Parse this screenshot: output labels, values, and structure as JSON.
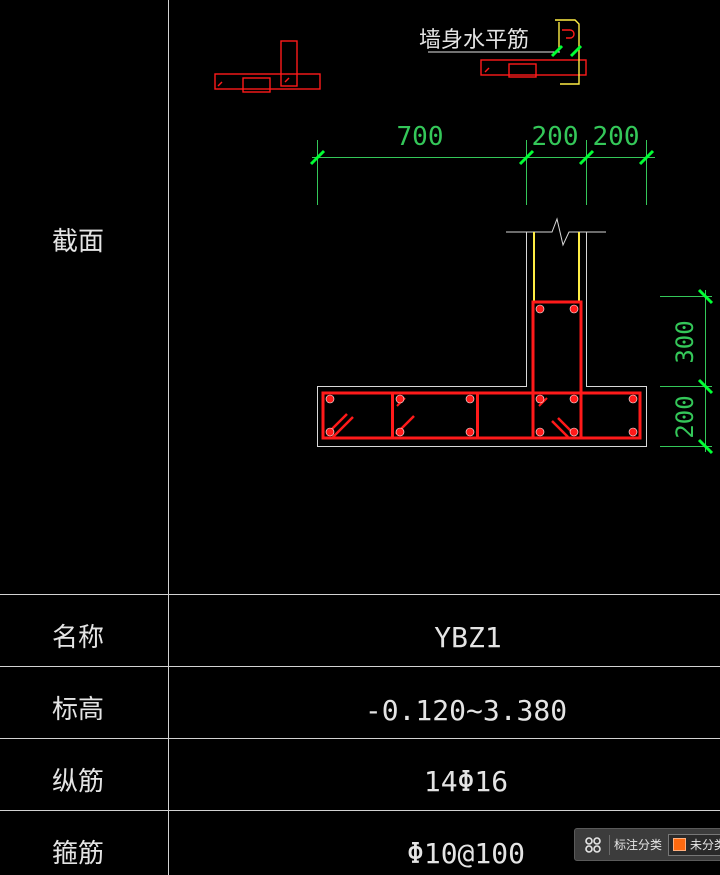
{
  "table": {
    "row_labels": {
      "section": "截面",
      "name": "名称",
      "elevation": "标高",
      "longitudinal": "纵筋",
      "stirrup": "箍筋"
    },
    "values": {
      "name": "YBZ1",
      "elevation": "-0.120~3.380",
      "longitudinal": "14Φ16",
      "stirrup": "Φ10@100"
    }
  },
  "drawing": {
    "detail_label": "墙身水平筋",
    "dims_top": [
      "700",
      "200",
      "200"
    ],
    "dims_right": [
      "300",
      "200"
    ]
  },
  "toolbar": {
    "label": "标注分类",
    "category": "未分类"
  },
  "colors": {
    "grid": "#d2d2d2",
    "rebar": "#ff1a1a",
    "dimension": "#34c759",
    "tick": "#00ff33",
    "wall_rebar": "#ffee44",
    "outline": "#d8d8d8",
    "category_swatch": "#ff6a10"
  }
}
